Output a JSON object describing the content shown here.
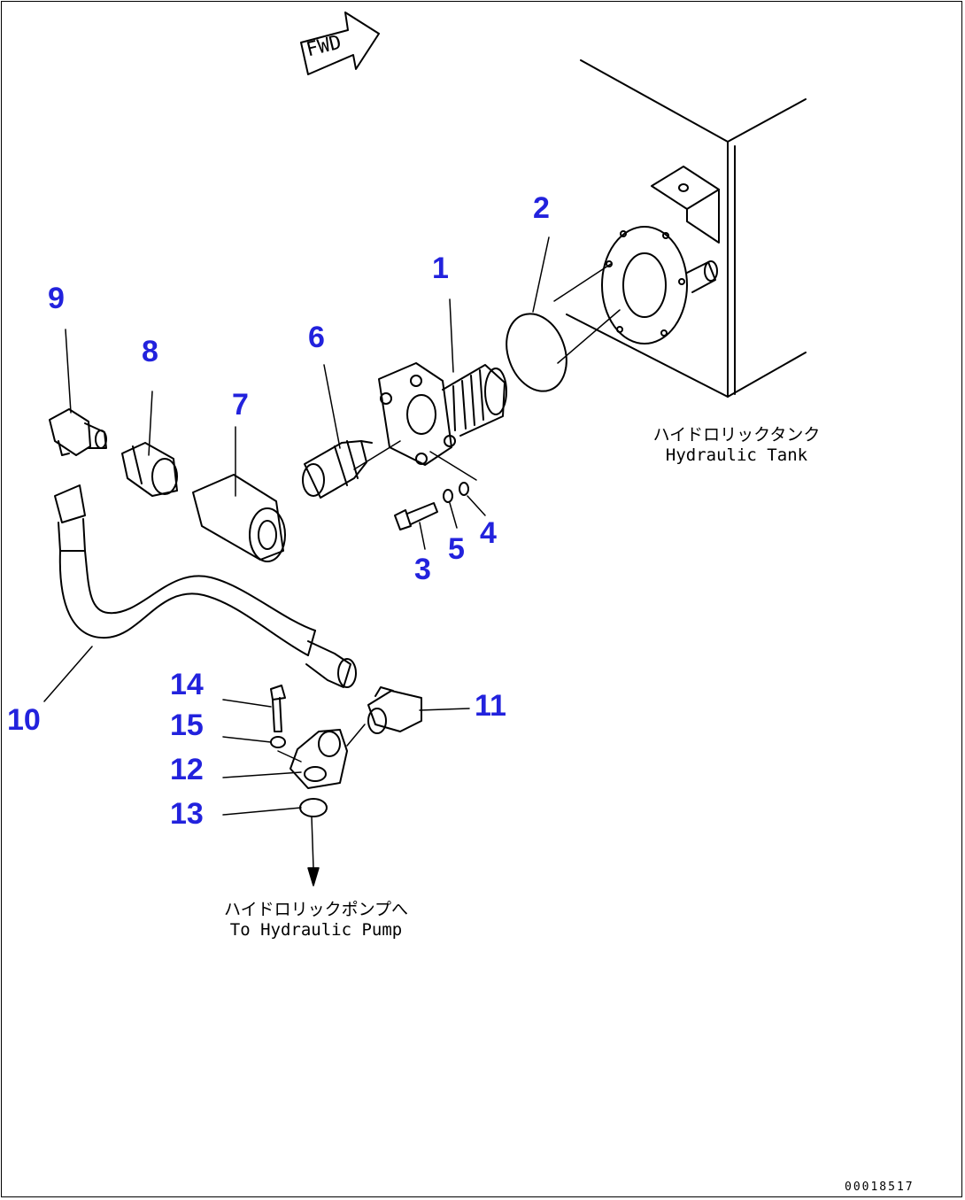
{
  "direction_label": "FWD",
  "callouts": [
    "1",
    "2",
    "3",
    "4",
    "5",
    "6",
    "7",
    "8",
    "9",
    "10",
    "11",
    "12",
    "13",
    "14",
    "15"
  ],
  "tank_label": {
    "jp": "ハイドロリックタンク",
    "en": "Hydraulic Tank"
  },
  "pump_label": {
    "jp": "ハイドロリックポンプへ",
    "en": "To Hydraulic Pump"
  },
  "drawing_code": "00018517",
  "colors": {
    "callout": "#2222dd",
    "line": "#000000",
    "background": "#ffffff"
  }
}
